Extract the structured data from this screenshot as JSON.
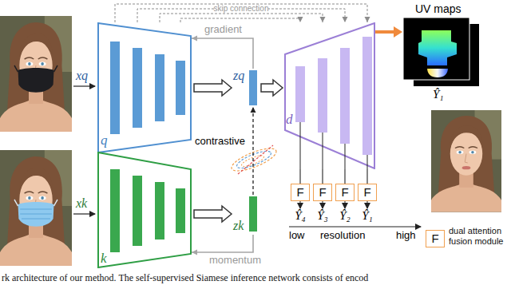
{
  "diagram": {
    "caption": "rk architecture of our method. The self-supervised Siamese inference network consists of encod",
    "nodes": [
      {
        "text": [
          "q"
        ]
      },
      {
        "text": [
          "zq"
        ]
      },
      {
        "text": [
          "d"
        ]
      },
      {
        "text": [
          "k"
        ]
      },
      {
        "text": [
          "zk"
        ]
      },
      {
        "text": [
          "F"
        ]
      },
      {
        "text": [
          "F"
        ]
      },
      {
        "text": [
          "F"
        ]
      },
      {
        "text": [
          "F"
        ]
      }
    ],
    "edges": [
      {
        "from": 0,
        "to": 1,
        "arrow": "to"
      },
      {
        "from": 1,
        "to": 2,
        "arrow": "to"
      },
      {
        "from": 3,
        "to": 4,
        "arrow": "to"
      },
      {
        "from": 4,
        "to": 1,
        "arrow": "to",
        "label": "contrastive"
      },
      {
        "from": 1,
        "to": 0,
        "arrow": "to",
        "label": "gradient"
      },
      {
        "from": 4,
        "to": 3,
        "arrow": "to",
        "label": "momentum"
      },
      {
        "from": 0,
        "to": 2,
        "arrow": "to"
      },
      {
        "from": 0,
        "to": 2,
        "arrow": "to",
        "label": "skip connection"
      },
      {
        "from": 0,
        "to": 2,
        "arrow": "to"
      },
      {
        "from": 0,
        "to": 2,
        "arrow": "to"
      },
      {
        "from": 2,
        "to": 5,
        "arrow": "none"
      },
      {
        "from": 2,
        "to": 6,
        "arrow": "none"
      },
      {
        "from": 2,
        "to": 7,
        "arrow": "none"
      },
      {
        "from": 2,
        "to": 8,
        "arrow": "none"
      }
    ],
    "labels": [
      "xq",
      "xk",
      "UV maps",
      "Ŷ₁",
      "Ŷ₄",
      "Ŷ₃",
      "Ŷ₂",
      "Ŷ₁",
      "low",
      "resolution",
      "high",
      "F"
    ],
    "legend": [
      {
        "text": "dual attention fusion module"
      }
    ]
  }
}
